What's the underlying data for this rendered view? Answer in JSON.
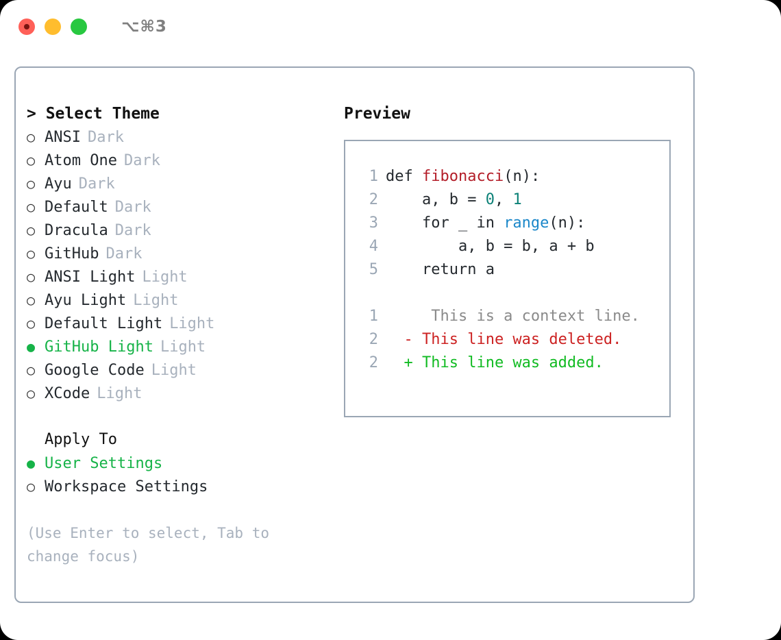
{
  "titlebar": {
    "shortcut": "⌥⌘3",
    "buttons": {
      "close": "close",
      "minimize": "minimize",
      "maximize": "maximize"
    }
  },
  "theme_picker": {
    "header": "> Select Theme",
    "items": [
      {
        "marker": "○",
        "label": "ANSI",
        "tag": "Dark",
        "selected": false
      },
      {
        "marker": "○",
        "label": "Atom One",
        "tag": "Dark",
        "selected": false
      },
      {
        "marker": "○",
        "label": "Ayu",
        "tag": "Dark",
        "selected": false
      },
      {
        "marker": "○",
        "label": "Default",
        "tag": "Dark",
        "selected": false
      },
      {
        "marker": "○",
        "label": "Dracula",
        "tag": "Dark",
        "selected": false
      },
      {
        "marker": "○",
        "label": "GitHub",
        "tag": "Dark",
        "selected": false
      },
      {
        "marker": "○",
        "label": "ANSI Light",
        "tag": "Light",
        "selected": false
      },
      {
        "marker": "○",
        "label": "Ayu Light",
        "tag": "Light",
        "selected": false
      },
      {
        "marker": "○",
        "label": "Default Light",
        "tag": "Light",
        "selected": false
      },
      {
        "marker": "●",
        "label": "GitHub Light",
        "tag": "Light",
        "selected": true
      },
      {
        "marker": "○",
        "label": "Google Code",
        "tag": "Light",
        "selected": false
      },
      {
        "marker": "○",
        "label": "XCode",
        "tag": "Light",
        "selected": false
      }
    ]
  },
  "apply_to": {
    "header": "Apply To",
    "items": [
      {
        "marker": "●",
        "label": "User Settings",
        "selected": true
      },
      {
        "marker": "○",
        "label": "Workspace Settings",
        "selected": false
      }
    ]
  },
  "hint": "(Use Enter to select, Tab to change focus)",
  "preview": {
    "title": "Preview",
    "code": [
      {
        "no": "1",
        "segments": [
          {
            "text": "def ",
            "kind": "plain"
          },
          {
            "text": "fibonacci",
            "kind": "function"
          },
          {
            "text": "(n):",
            "kind": "plain"
          }
        ]
      },
      {
        "no": "2",
        "segments": [
          {
            "text": "    a, b = ",
            "kind": "plain"
          },
          {
            "text": "0",
            "kind": "number"
          },
          {
            "text": ", ",
            "kind": "plain"
          },
          {
            "text": "1",
            "kind": "number"
          }
        ]
      },
      {
        "no": "3",
        "segments": [
          {
            "text": "    for _ in ",
            "kind": "plain"
          },
          {
            "text": "range",
            "kind": "builtin"
          },
          {
            "text": "(n):",
            "kind": "plain"
          }
        ]
      },
      {
        "no": "4",
        "segments": [
          {
            "text": "        a, b = b, a + b",
            "kind": "plain"
          }
        ]
      },
      {
        "no": "5",
        "segments": [
          {
            "text": "    return a",
            "kind": "plain"
          }
        ]
      }
    ],
    "diff": [
      {
        "no": "1",
        "sign": " ",
        "text": "  This is a context line.",
        "kind": "context"
      },
      {
        "no": "2",
        "sign": "-",
        "text": " This line was deleted.",
        "kind": "deleted"
      },
      {
        "no": "2",
        "sign": "+",
        "text": " This line was added.",
        "kind": "added"
      }
    ]
  },
  "colors": {
    "accent_green": "#16b348",
    "border": "#9aa6b4",
    "muted": "#a8b1bd",
    "diff_add": "#11bb22",
    "diff_del": "#cc2222",
    "diff_ctx": "#8a8a8a",
    "syntax_function": "#b31d28",
    "syntax_number": "#0c8177",
    "syntax_builtin": "#1b87c9"
  }
}
